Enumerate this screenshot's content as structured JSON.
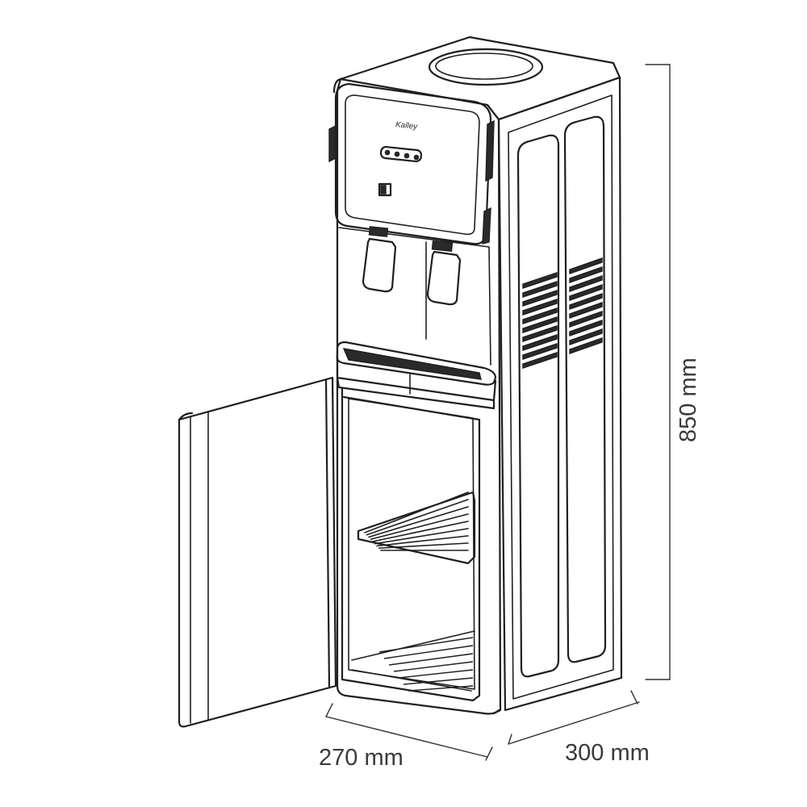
{
  "product": {
    "brand": "Kalley"
  },
  "dimensions": {
    "height": "850 mm",
    "width": "270 mm",
    "depth": "300 mm"
  },
  "colors": {
    "line": "#1f1f1f",
    "dimension_text": "#3a3a3a",
    "background": "#ffffff"
  }
}
